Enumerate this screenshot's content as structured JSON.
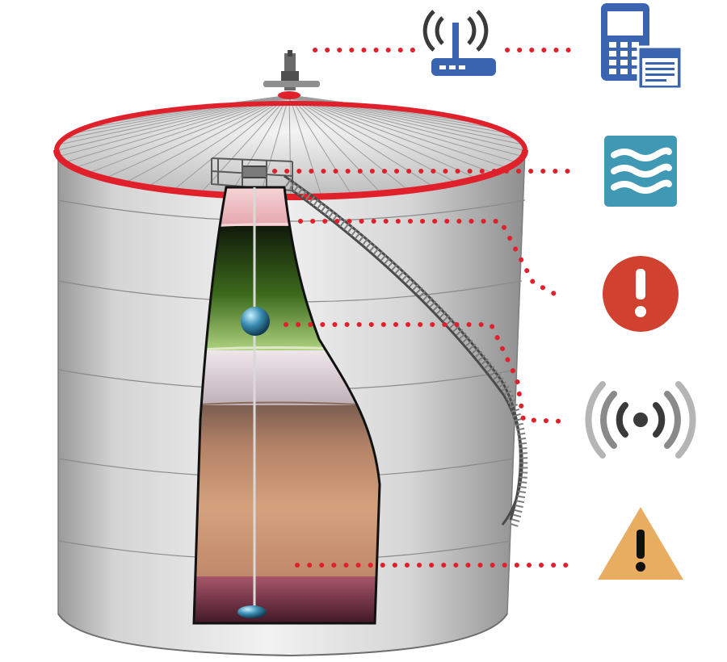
{
  "scene": {
    "subject": "storage-tank-cutaway",
    "colors": {
      "rim": "#e0202a",
      "dots": "#e0202a",
      "shell": "#dcdcdc",
      "router": "#3a64b0",
      "device": "#3a64b0",
      "water_tile": "#3f99b5",
      "alarm": "#d0412f",
      "signal": "#3a3a3a",
      "warning": "#e9ad62"
    },
    "layers": [
      {
        "name": "vapor",
        "color": "#e9b8bc"
      },
      {
        "name": "product-upper",
        "color": "#3c6a1c"
      },
      {
        "name": "gap",
        "color": "#d8cdd4"
      },
      {
        "name": "product-lower",
        "color": "#c49173"
      },
      {
        "name": "water-bottom",
        "color": "#6a2a3c"
      }
    ],
    "indicators": [
      {
        "id": "wireless-router",
        "icon": "wifi-router-icon"
      },
      {
        "id": "remote-device",
        "icon": "phone-and-window-icon"
      },
      {
        "id": "water-level",
        "icon": "water-waves-icon"
      },
      {
        "id": "high-alarm",
        "icon": "exclamation-circle-icon"
      },
      {
        "id": "signal",
        "icon": "broadcast-signal-icon"
      },
      {
        "id": "warning",
        "icon": "warning-triangle-icon"
      }
    ]
  }
}
